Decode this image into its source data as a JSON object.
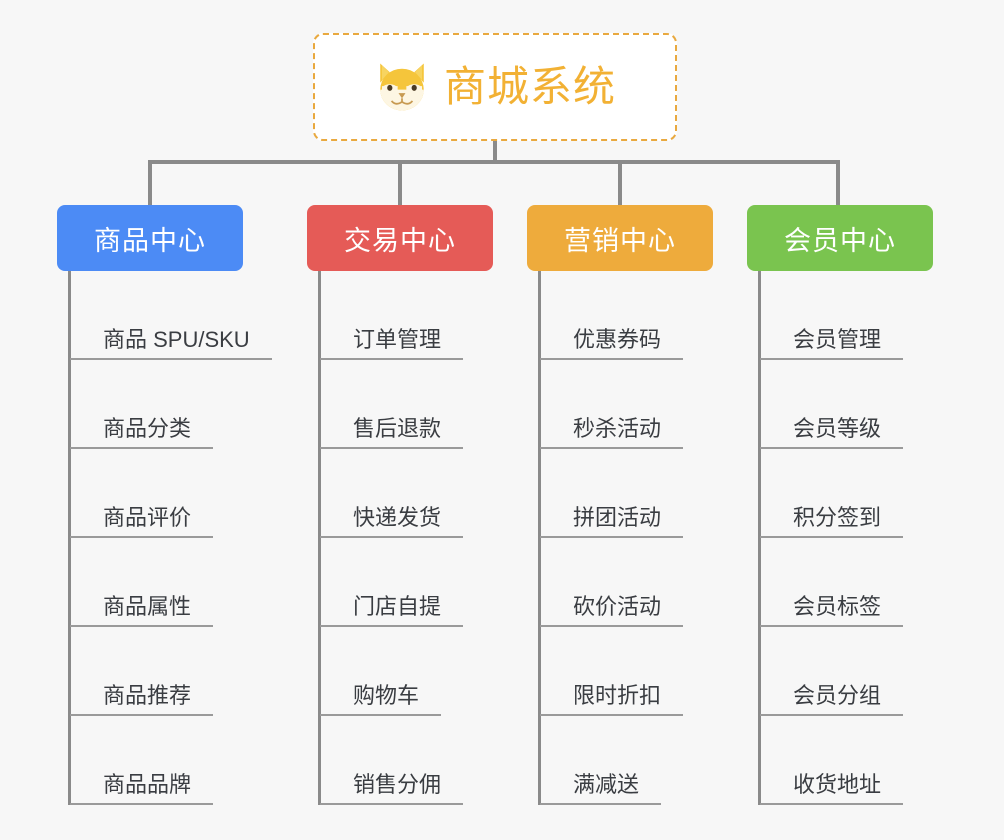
{
  "page": {
    "background": "#f7f7f7",
    "type": "org-chart-mindmap"
  },
  "root": {
    "title": "商城系统",
    "icon": "shiba-dog-face-icon",
    "border_color": "#e9a93f",
    "text_color": "#f2b134",
    "background": "#ffffff"
  },
  "columns": [
    {
      "id": "product-center",
      "header": "商品中心",
      "color": "#4c8bf5",
      "items": [
        "商品 SPU/SKU",
        "商品分类",
        "商品评价",
        "商品属性",
        "商品推荐",
        "商品品牌"
      ]
    },
    {
      "id": "trade-center",
      "header": "交易中心",
      "color": "#e55b57",
      "items": [
        "订单管理",
        "售后退款",
        "快递发货",
        "门店自提",
        "购物车",
        "销售分佣"
      ]
    },
    {
      "id": "marketing-center",
      "header": "营销中心",
      "color": "#eeab3c",
      "items": [
        "优惠券码",
        "秒杀活动",
        "拼团活动",
        "砍价活动",
        "限时折扣",
        "满减送"
      ]
    },
    {
      "id": "member-center",
      "header": "会员中心",
      "color": "#78c košice"
    }
  ],
  "columns_fixed": [
    {
      "id": "member-center",
      "header": "会员中心",
      "color": "#7ac44f",
      "items": [
        "会员管理",
        "会员等级",
        "积分签到",
        "会员标签",
        "会员分组",
        "收货地址"
      ]
    }
  ],
  "connector": {
    "color": "#8a8a8a"
  }
}
